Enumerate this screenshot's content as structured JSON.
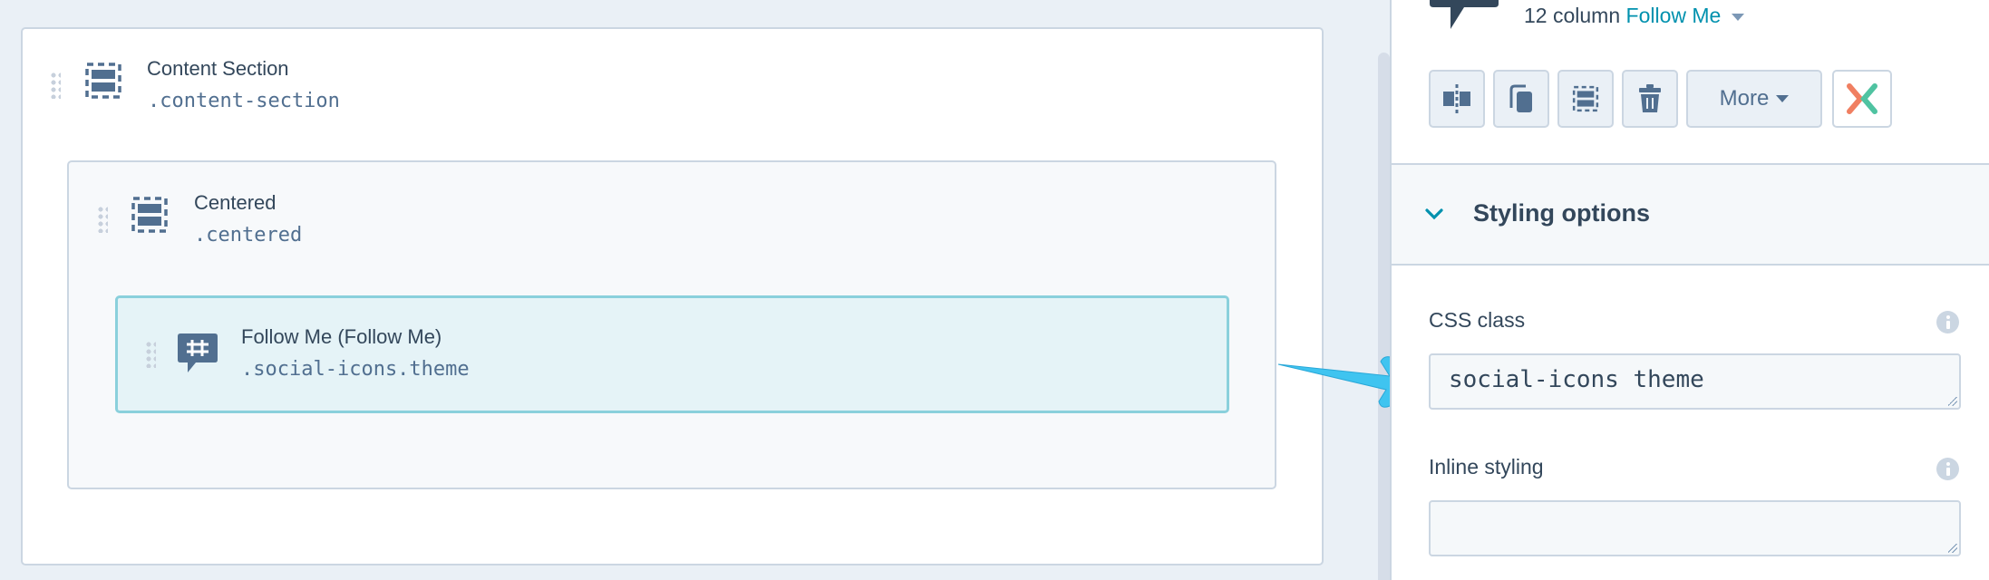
{
  "canvas": {
    "nodes": [
      {
        "title": "Content Section",
        "css_class": ".content-section",
        "icon": "section-icon"
      },
      {
        "title": "Centered",
        "css_class": ".centered",
        "icon": "section-icon"
      },
      {
        "title": "Follow Me (Follow Me)",
        "css_class": ".social-icons.theme",
        "icon": "hashtag-chat-icon",
        "selected": true
      }
    ]
  },
  "panel": {
    "header": {
      "prefix": "12 column",
      "module_name": "Follow Me",
      "icon": "hashtag-chat-icon"
    },
    "toolbar": {
      "buttons": [
        {
          "name": "split-column-button",
          "icon": "split-icon"
        },
        {
          "name": "clone-button",
          "icon": "clone-icon"
        },
        {
          "name": "wrap-section-button",
          "icon": "section-icon"
        },
        {
          "name": "delete-button",
          "icon": "trash-icon"
        }
      ],
      "more_label": "More",
      "hubspot_button_icon": "close-x-icon"
    },
    "styling": {
      "title": "Styling options",
      "expanded": true,
      "css_class_label": "CSS class",
      "css_class_value": "social-icons theme",
      "inline_styling_label": "Inline styling",
      "inline_styling_value": ""
    }
  },
  "colors": {
    "accent": "#0091ae",
    "selected_border": "#8ad0dc",
    "selected_bg": "#e5f3f7",
    "annotation_arrow": "#3fc4f0",
    "text": "#33475b",
    "border": "#cbd6e2"
  }
}
